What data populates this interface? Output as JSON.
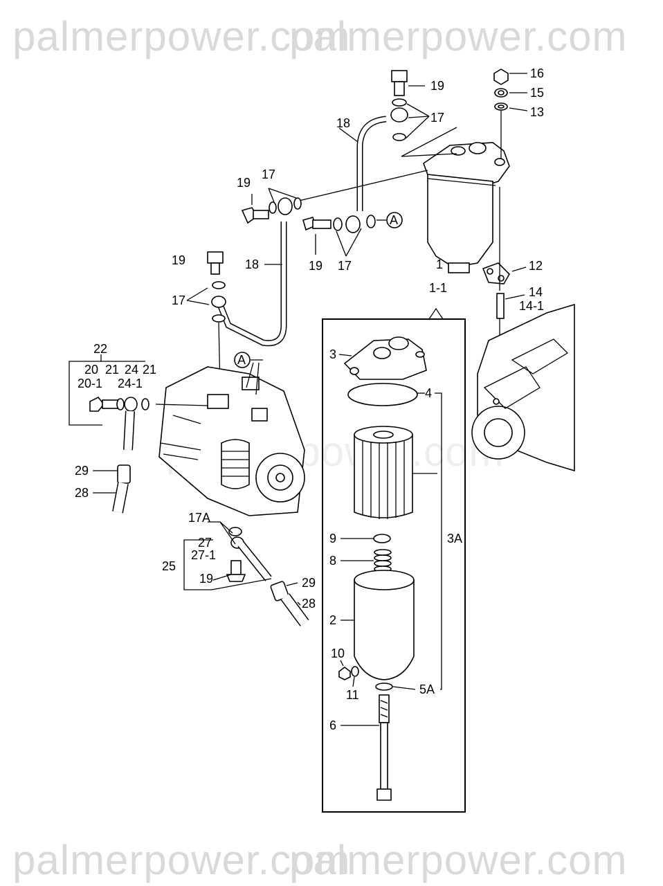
{
  "watermarks": {
    "top_left": "palmerpower.com",
    "top_right": "palmerpower.com",
    "center": "palmerpower.com",
    "bottom_left": "palmerpower.com",
    "bottom_right": "palmerpower.com"
  },
  "callouts": {
    "p19_top": "19",
    "p16": "16",
    "p15": "15",
    "p17_top": "17",
    "p13": "13",
    "p18_top": "18",
    "p19_mid": "19",
    "p17_mid": "17",
    "circle_a_right": "A",
    "p19_pipe": "19",
    "p17_pipe": "17",
    "p1": "1",
    "p12": "12",
    "p1_1": "1-1",
    "p14": "14",
    "p14_1": "14-1",
    "p19_left": "19",
    "p18_left": "18",
    "p17_left": "17",
    "p22": "22",
    "p20": "20",
    "p21a": "21",
    "p24": "24",
    "p21b": "21",
    "p20_1": "20-1",
    "p24_1": "24-1",
    "circle_a_pump": "A",
    "p3": "3",
    "p4": "4",
    "p29_left": "29",
    "p28_left": "28",
    "p17A": "17A",
    "p27": "27",
    "p27_1": "27-1",
    "p25": "25",
    "p19_bottom": "19",
    "p9": "9",
    "p3A": "3A",
    "p8": "8",
    "p29_bottom": "29",
    "p28_bottom": "28",
    "p2": "2",
    "p10": "10",
    "p11": "11",
    "p5A": "5A",
    "p6": "6"
  }
}
